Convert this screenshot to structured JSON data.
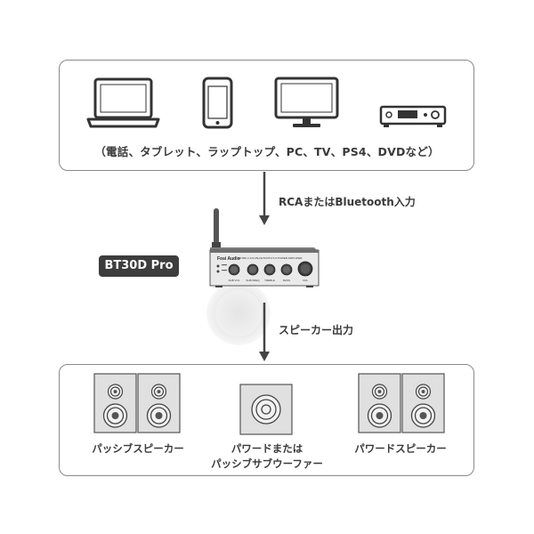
{
  "devices": {
    "icons": [
      "laptop-icon",
      "smartphone-icon",
      "monitor-icon",
      "player-icon"
    ],
    "caption": "（電話、タブレット、ラップトップ、PC、TV、PS4、DVDなど）"
  },
  "connections": {
    "input_label": "RCAまたはBluetooth入力",
    "output_label": "スピーカー出力"
  },
  "amplifier": {
    "model": "BT30D Pro",
    "brand": "Fosi Audio",
    "subtitle": "BT30D 2.1CH BLUETOOTH 5.0 POWER AMPLIFIER",
    "knob_labels": [
      "SUB VOL",
      "SUB FREQ",
      "TREBLE",
      "BASS",
      "VOL"
    ]
  },
  "speakers": {
    "passive_label": "パッシブスピーカー",
    "subwoofer_label_line1": "パワードまたは",
    "subwoofer_label_line2": "パッシブサブウーファー",
    "powered_label": "パワードスピーカー"
  }
}
